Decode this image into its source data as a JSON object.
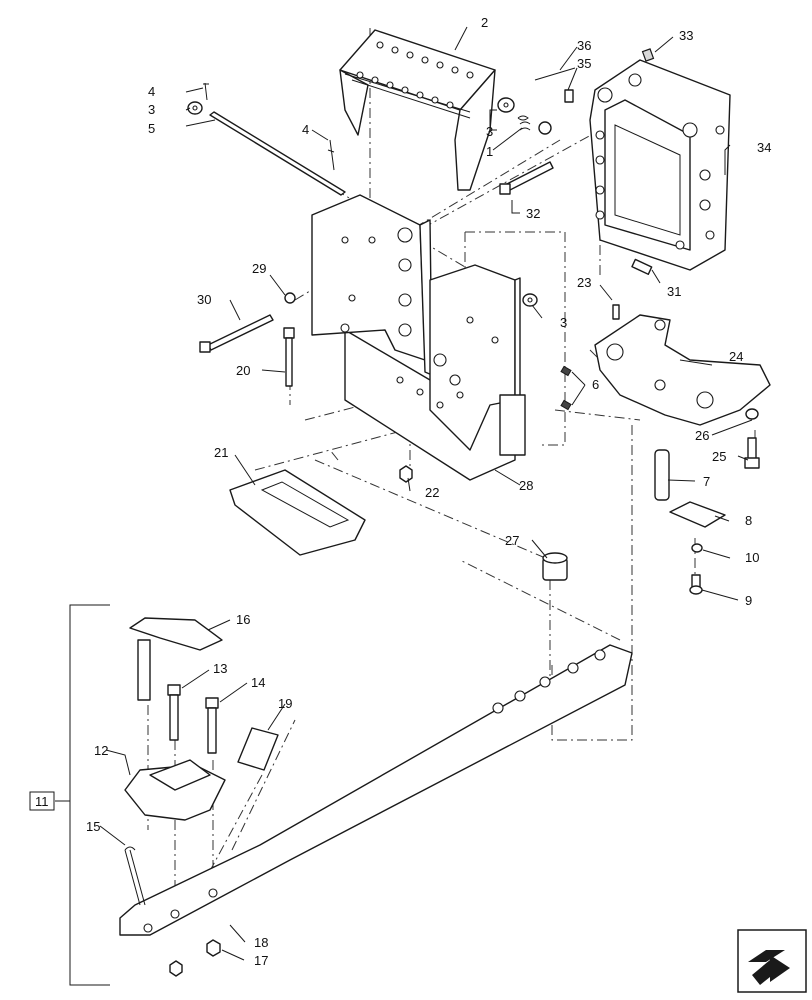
{
  "callouts": [
    "1",
    "2",
    "3",
    "4",
    "5",
    "6",
    "7",
    "8",
    "9",
    "10",
    "11",
    "12",
    "13",
    "14",
    "15",
    "16",
    "17",
    "18",
    "19",
    "20",
    "21",
    "22",
    "23",
    "24",
    "25",
    "26",
    "27",
    "28",
    "29",
    "30",
    "31",
    "32",
    "33",
    "34",
    "35",
    "36"
  ],
  "labels": {
    "p1": "1",
    "p2": "2",
    "p3a": "3",
    "p3b": "3",
    "p3c": "3",
    "p4a": "4",
    "p4b": "4",
    "p5": "5",
    "p6": "6",
    "p7": "7",
    "p8": "8",
    "p9": "9",
    "p10": "10",
    "p11": "11",
    "p12": "12",
    "p13": "13",
    "p14": "14",
    "p15": "15",
    "p16": "16",
    "p17": "17",
    "p18": "18",
    "p19": "19",
    "p20": "20",
    "p21": "21",
    "p22": "22",
    "p23": "23",
    "p24": "24",
    "p25": "25",
    "p26": "26",
    "p27": "27",
    "p28": "28",
    "p29": "29",
    "p30": "30",
    "p31": "31",
    "p32": "32",
    "p33": "33",
    "p34": "34",
    "p35": "35",
    "p36": "36"
  },
  "icons": {
    "corner_nav": "next-page-arrow-icon"
  }
}
